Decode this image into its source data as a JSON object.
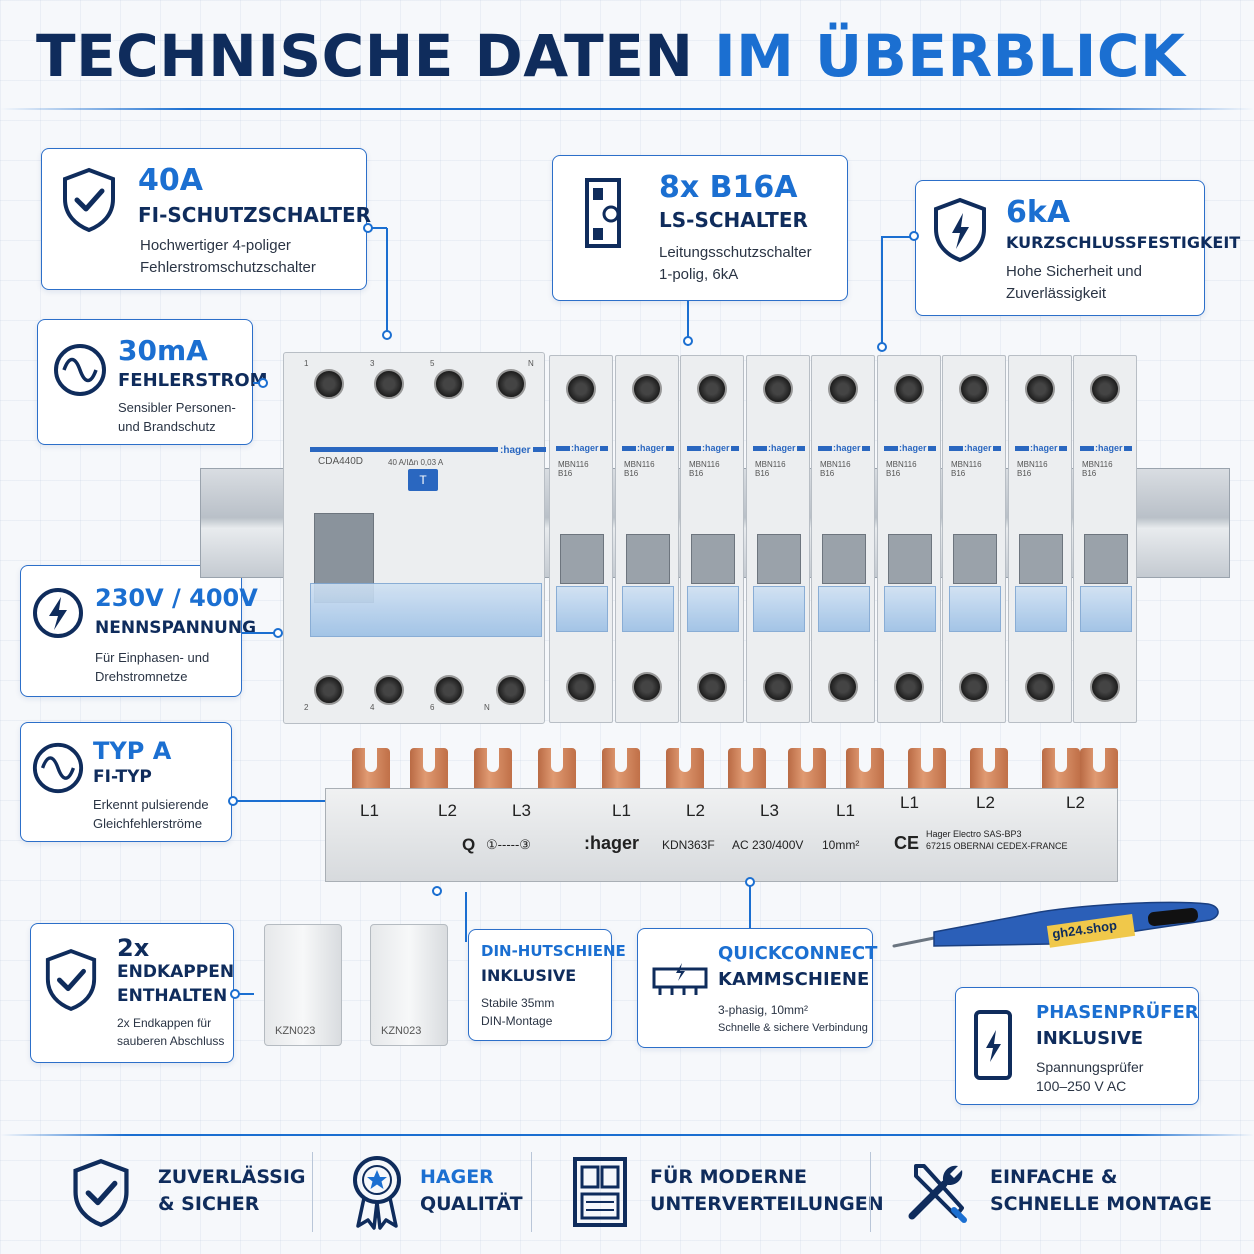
{
  "headline": {
    "part1": "TECHNISCHE DATEN",
    "part2": "IM ÜBERBLICK"
  },
  "cards": {
    "fi": {
      "value": "40A",
      "title": "FI-SCHUTZSCHALTER",
      "desc1": "Hochwertiger 4-poliger",
      "desc2": "Fehlerstromschutzschalter",
      "icon": "shield-check-icon"
    },
    "ls": {
      "value": "8x B16A",
      "title": "LS-SCHALTER",
      "desc1": "Leitungsschutzschalter",
      "desc2": "1-polig, 6kA",
      "icon": "breaker-icon"
    },
    "ka": {
      "value": "6kA",
      "title": "KURZSCHLUSSFESTIGKEIT",
      "desc1": "Hohe Sicherheit und",
      "desc2": "Zuverlässigkeit",
      "icon": "shield-bolt-icon"
    },
    "ma": {
      "value": "30mA",
      "title": "FEHLERSTROM",
      "desc1": "Sensibler Personen-",
      "desc2": "und Brandschutz",
      "icon": "sine-wave-icon"
    },
    "volt": {
      "value": "230V / 400V",
      "title": "NENNSPANNUNG",
      "desc1": "Für Einphasen- und",
      "desc2": "Drehstromnetze",
      "icon": "bolt-icon"
    },
    "typ": {
      "value": "TYP A",
      "title": "FI-TYP",
      "desc1": "Erkennt pulsierende",
      "desc2": "Gleichfehlerströme",
      "icon": "sine-wave-icon"
    },
    "caps": {
      "value": "2x",
      "title1": "ENDKAPPEN",
      "title2": "ENTHALTEN",
      "desc1": "2x Endkappen für",
      "desc2": "sauberen Abschluss",
      "icon": "shield-check-icon"
    },
    "din": {
      "title1": "DIN-HUTSCHIENE",
      "title2": "INKLUSIVE",
      "desc1": "Stabile 35mm",
      "desc2": "DIN-Montage"
    },
    "qc": {
      "title1": "QUICKCONNECT",
      "title2": "KAMMSCHIENE",
      "desc1": "3-phasig, 10mm²",
      "desc2": "Schnelle & sichere Verbindung",
      "icon": "busbar-icon"
    },
    "phase": {
      "title1": "PHASENPRÜFER",
      "title2": "INKLUSIVE",
      "desc1": "Spannungsprüfer",
      "desc2": "100–250 V AC",
      "icon": "bolt-icon"
    }
  },
  "product": {
    "rcd_model": "CDA440D",
    "rcd_rating": "40 A/IΔn 0,03 A",
    "rcd_terminals_top": [
      "1",
      "3",
      "5",
      "N"
    ],
    "rcd_terminals_bottom": [
      "2",
      "4",
      "6",
      "N"
    ],
    "rcd_test_label": "T",
    "brand": ":hager",
    "mcb_model": "MBN116",
    "mcb_rating": "B16",
    "mcb_count": 9,
    "busbar_phases": [
      "L1",
      "L2",
      "L3",
      "L1",
      "L2",
      "L3",
      "L1",
      "L1",
      "L2",
      "L2"
    ],
    "busbar_code": "Q",
    "busbar_brand": ":hager",
    "busbar_model": "KDN363F",
    "busbar_voltage": "AC 230/400V",
    "busbar_section": "10mm²",
    "busbar_ce": "CE",
    "busbar_maker1": "Hager Electro SAS-BP3",
    "busbar_maker2": "67215 OBERNAI CEDEX-FRANCE",
    "endcap_label": "KZN023",
    "tester_label": "gh24.shop"
  },
  "features": [
    {
      "line1": "ZUVERLÄSSIG",
      "line2": "& SICHER",
      "icon": "shield-check-icon"
    },
    {
      "line1": "HAGER",
      "line2": "QUALITÄT",
      "icon": "award-badge-icon"
    },
    {
      "line1": "FÜR MODERNE",
      "line2": "UNTERVERTEILUNGEN",
      "icon": "distribution-board-icon"
    },
    {
      "line1": "EINFACHE &",
      "line2": "SCHNELLE MONTAGE",
      "icon": "tools-icon"
    }
  ],
  "colors": {
    "navy": "#0f2c5c",
    "accent": "#1b6fd1",
    "copper": "#c97b52"
  }
}
